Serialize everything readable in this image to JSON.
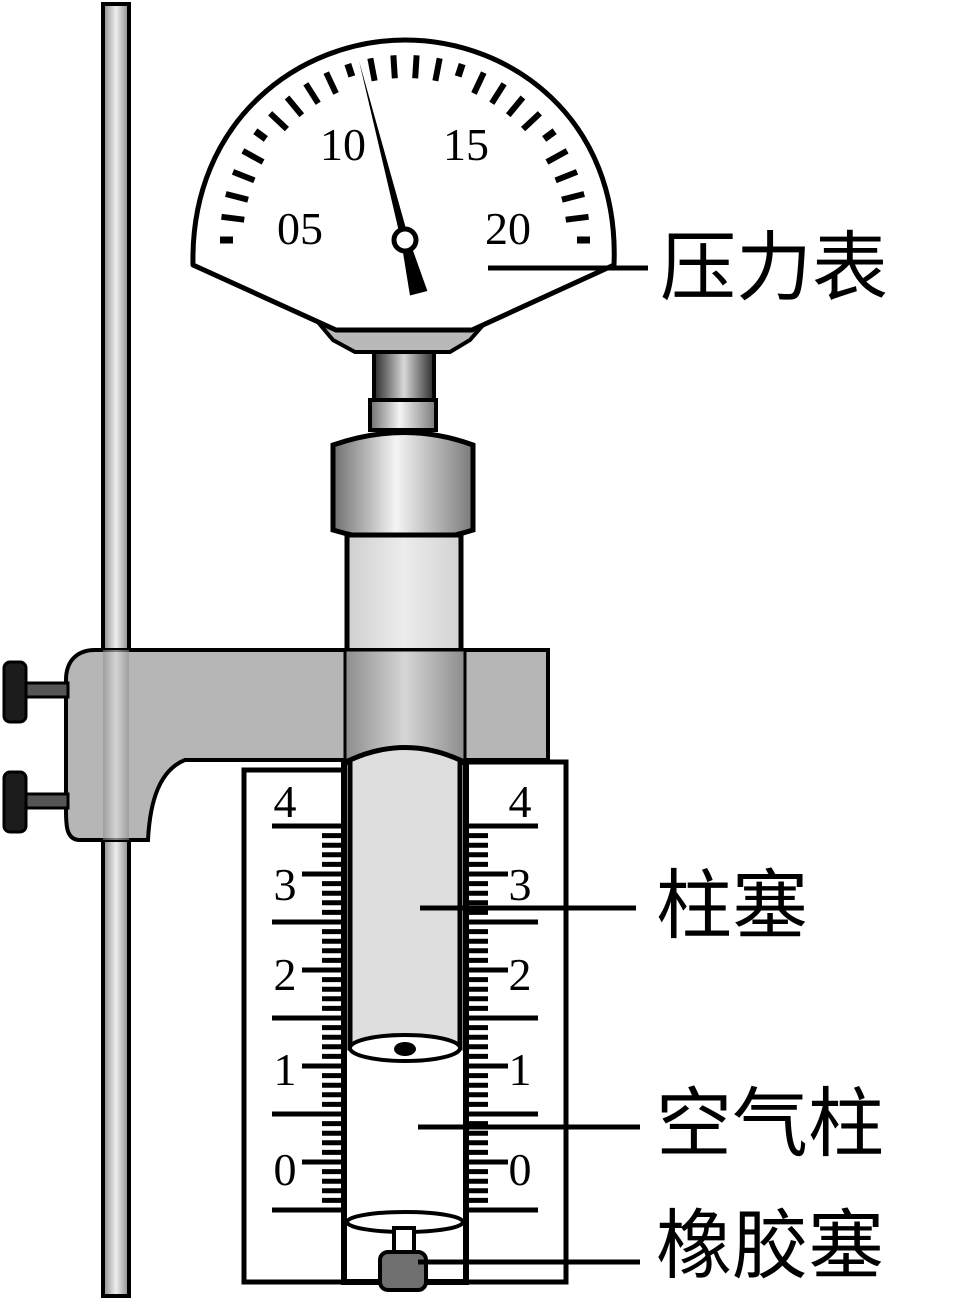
{
  "gauge": {
    "numbers": [
      "05",
      "10",
      "15",
      "20"
    ],
    "needle_reading": 10.5
  },
  "scale": {
    "left_numbers": [
      "4",
      "3",
      "2",
      "1",
      "0"
    ],
    "right_numbers": [
      "4",
      "3",
      "2",
      "1",
      "0"
    ],
    "air_column_top_reading": 1.1
  },
  "labels": {
    "pressure_gauge": "压力表",
    "plunger": "柱塞",
    "air_column": "空气柱",
    "rubber_stopper": "橡胶塞"
  }
}
